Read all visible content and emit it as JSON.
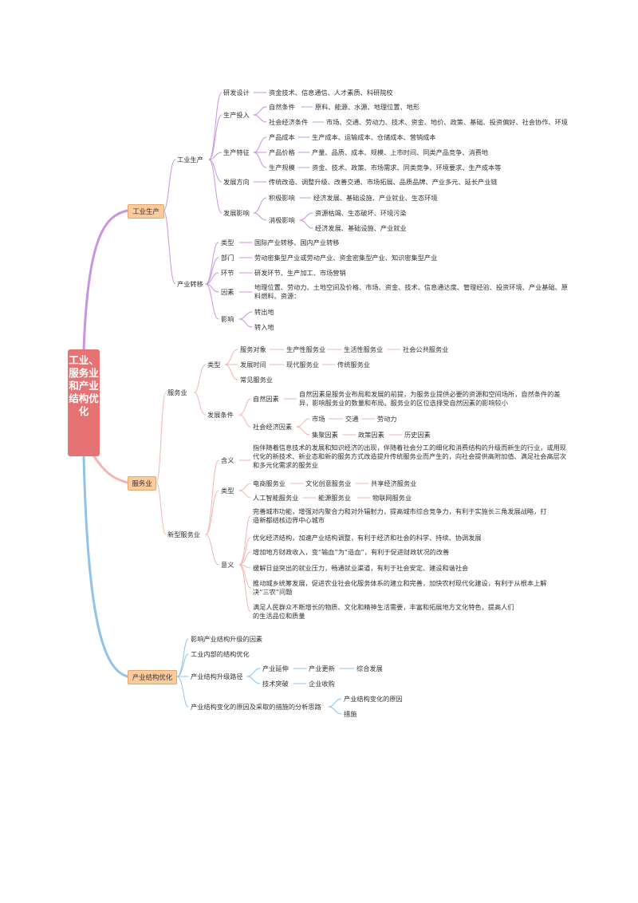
{
  "root": "工业、服务业和产业结构优化",
  "colors": {
    "root": "#e57373",
    "branch_industry": "#c994e0",
    "branch_service": "#f4b5b0",
    "branch_optimize": "#8fc3ea",
    "main_fill": "#fbcb9c"
  },
  "industry": {
    "label": "工业生产",
    "production": {
      "label": "工业生产",
      "rd": {
        "label": "研发设计",
        "value": "资金技术、信息通信、人才素质、科研院校"
      },
      "input": {
        "label": "生产投入",
        "natural": {
          "label": "自然条件",
          "value": "原料、能源、水源、地理位置、地形"
        },
        "social": {
          "label": "社会经济条件",
          "value": "市场、交通、劳动力、技术、资金、地价、政策、基础、投资偏好、社会协作、环境"
        }
      },
      "feature": {
        "label": "生产特征",
        "cost": {
          "label": "产品成本",
          "value": "生产成本、运输成本、仓储成本、营销成本"
        },
        "price": {
          "label": "产品价格",
          "value": "产量、品质、成本、规模、上市时间、同类产品竞争、消费地"
        },
        "scale": {
          "label": "生产规模",
          "value": "资金、技术、政策、市场需求、同类竞争、环境要求、生产成本等"
        }
      },
      "direction": {
        "label": "发展方向",
        "value": "传统改造、调整升级、改善交通、市场拓展、品质品牌、产业多元、延长产业链"
      },
      "impact": {
        "label": "发展影响",
        "positive": {
          "label": "积极影响",
          "value": "经济发展、基础设施、产业就业、生态环境"
        },
        "negative": {
          "label": "消极影响",
          "v1": "资源枯竭、生态破坏、环境污染",
          "v2": "经济发展、基础设施、产业就业"
        }
      }
    },
    "transfer": {
      "label": "产业转移",
      "type": {
        "label": "类型",
        "value": "国际产业转移、国内产业转移"
      },
      "dept": {
        "label": "部门",
        "value": "劳动密集型产业或劳动产业、资金密集型产业、知识密集型产业"
      },
      "link": {
        "label": "环节",
        "value": "研发环节、生产加工、市场营销"
      },
      "factor": {
        "label": "因素",
        "value": "地理位置、劳动力、土地空间及价格、市场、资金、技术、信息通达度、管理经验、投资环境、产业基础、原料燃料、资源："
      },
      "effect": {
        "label": "影响",
        "v1": "转出地",
        "v2": "转入地"
      }
    }
  },
  "service": {
    "label": "服务业",
    "basic": {
      "label": "服务业",
      "type": {
        "label": "类型",
        "object": {
          "label": "服务对象",
          "v1": "生产性服务业",
          "v2": "生活性服务业",
          "v3": "社会公共服务业"
        },
        "time": {
          "label": "发展时间",
          "v1": "现代服务业",
          "v2": "传统服务业"
        },
        "common": "常见服务业"
      },
      "cond": {
        "label": "发展条件",
        "natural": {
          "label": "自然因素",
          "value": "自然因素是服务业布局和发展的前提，为服务业提供必要的资源和空间场所，自然条件的差异，影响服务业的数量和布局。服务业的区位选择受自然因素的影响较小"
        },
        "social": {
          "label": "社会经济因素",
          "v1": "市场",
          "v2": "交通",
          "v3": "劳动力",
          "v4": "集聚因素",
          "v5": "政策因素",
          "v6": "历史因素"
        }
      }
    },
    "new": {
      "label": "新型服务业",
      "meaning": {
        "label": "含义",
        "value": "指伴随着信息技术的发展和知识经济的出现，伴随着社会分工的细化和消费结构的升级而新生的行业，或用现代化的新技术、新业态和新的服务方式改造提升传统服务业而产生的，向社会提供高附加值、满足社会高层次和多元化需求的服务业"
      },
      "type": {
        "label": "类型",
        "v1": "电商服务业",
        "v2": "文化创意服务业",
        "v3": "共享经济服务业",
        "v4": "人工智能服务业",
        "v5": "能源服务业",
        "v6": "物联网服务业"
      },
      "signif": {
        "label": "意义",
        "s1": "完善城市功能，增强对内聚合力和对外辐射力，提高城市综合竞争力，有利于实施长三角发展战略，打造新都结核边界中心城市",
        "s2": "优化经济结构，加速产业结构调整，有利于经济和社会的科学、持续、协调发展",
        "s3": "增加地方财政收入，变“输血”为“造血”，有利于促进财政状况的改善",
        "s4": "缓解日益突出的就业压力，畅通就业渠道，有利于社会安定、建设和谐社会",
        "s5": "推动城乡统筹发展，促进农业社会化服务体系的建立和完善，加快农村现代化建设，有利于从根本上解决“三农”问题",
        "s6": "满足人民群众不断增长的物质、文化和精神生活需要，丰富和拓展地方文化特色，提高人们的生活品位和质量"
      }
    }
  },
  "optimize": {
    "label": "产业结构优化",
    "a": "影响产业结构升级的因素",
    "b": "工业内部的结构优化",
    "c": {
      "label": "产业结构升级路径",
      "v1": "产业延伸",
      "v2": "产业更新",
      "v3": "综合发展",
      "v4": "技术突破",
      "v5": "企业收购"
    },
    "d": {
      "label": "产业结构变化的原因及采取的措施的分析思路",
      "v1": "产业结构变化的原因",
      "v2": "措施"
    }
  }
}
